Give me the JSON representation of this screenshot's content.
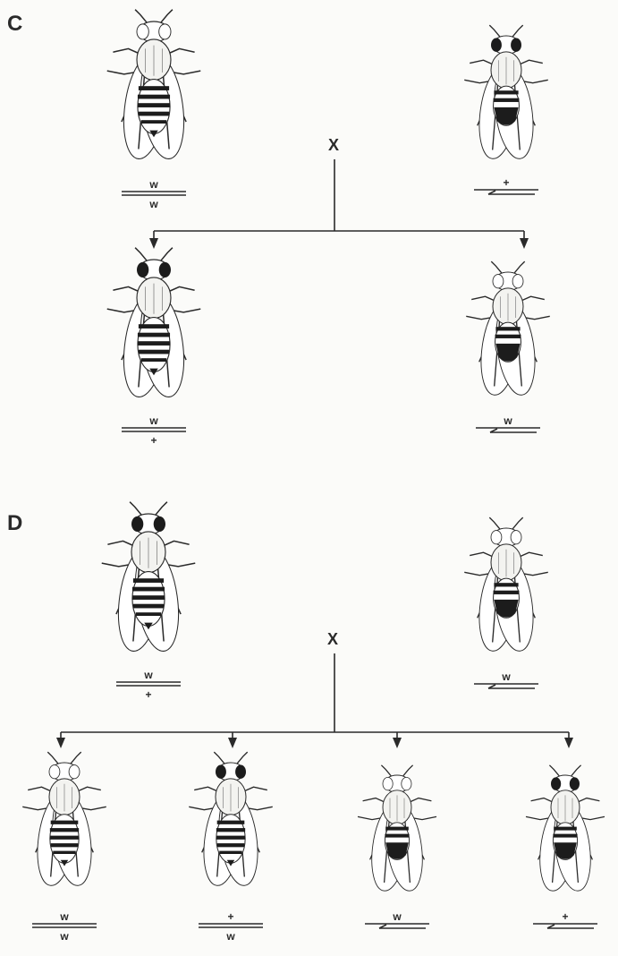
{
  "panels": [
    {
      "letter": "C",
      "cross_symbol": "X",
      "parents": [
        {
          "sex": "female",
          "eye": "white",
          "top": "w",
          "bottom": "w"
        },
        {
          "sex": "male",
          "eye": "red",
          "top": "+"
        }
      ],
      "offspring": [
        {
          "sex": "female",
          "eye": "red",
          "top": "w",
          "bottom": "+"
        },
        {
          "sex": "male",
          "eye": "white",
          "top": "w"
        }
      ]
    },
    {
      "letter": "D",
      "cross_symbol": "X",
      "parents": [
        {
          "sex": "female",
          "eye": "red",
          "top": "w",
          "bottom": "+"
        },
        {
          "sex": "male",
          "eye": "white",
          "top": "w"
        }
      ],
      "offspring": [
        {
          "sex": "female",
          "eye": "white",
          "top": "w",
          "bottom": "w"
        },
        {
          "sex": "female",
          "eye": "red",
          "top": "+",
          "bottom": "w"
        },
        {
          "sex": "male",
          "eye": "white",
          "top": "w"
        },
        {
          "sex": "male",
          "eye": "red",
          "top": "+"
        }
      ]
    }
  ],
  "colors": {
    "ink": "#2a2a2a",
    "paper": "#fbfbf9",
    "body_fill": "#ffffff",
    "red_eye": "#1c1c1c",
    "white_eye": "#ffffff"
  }
}
